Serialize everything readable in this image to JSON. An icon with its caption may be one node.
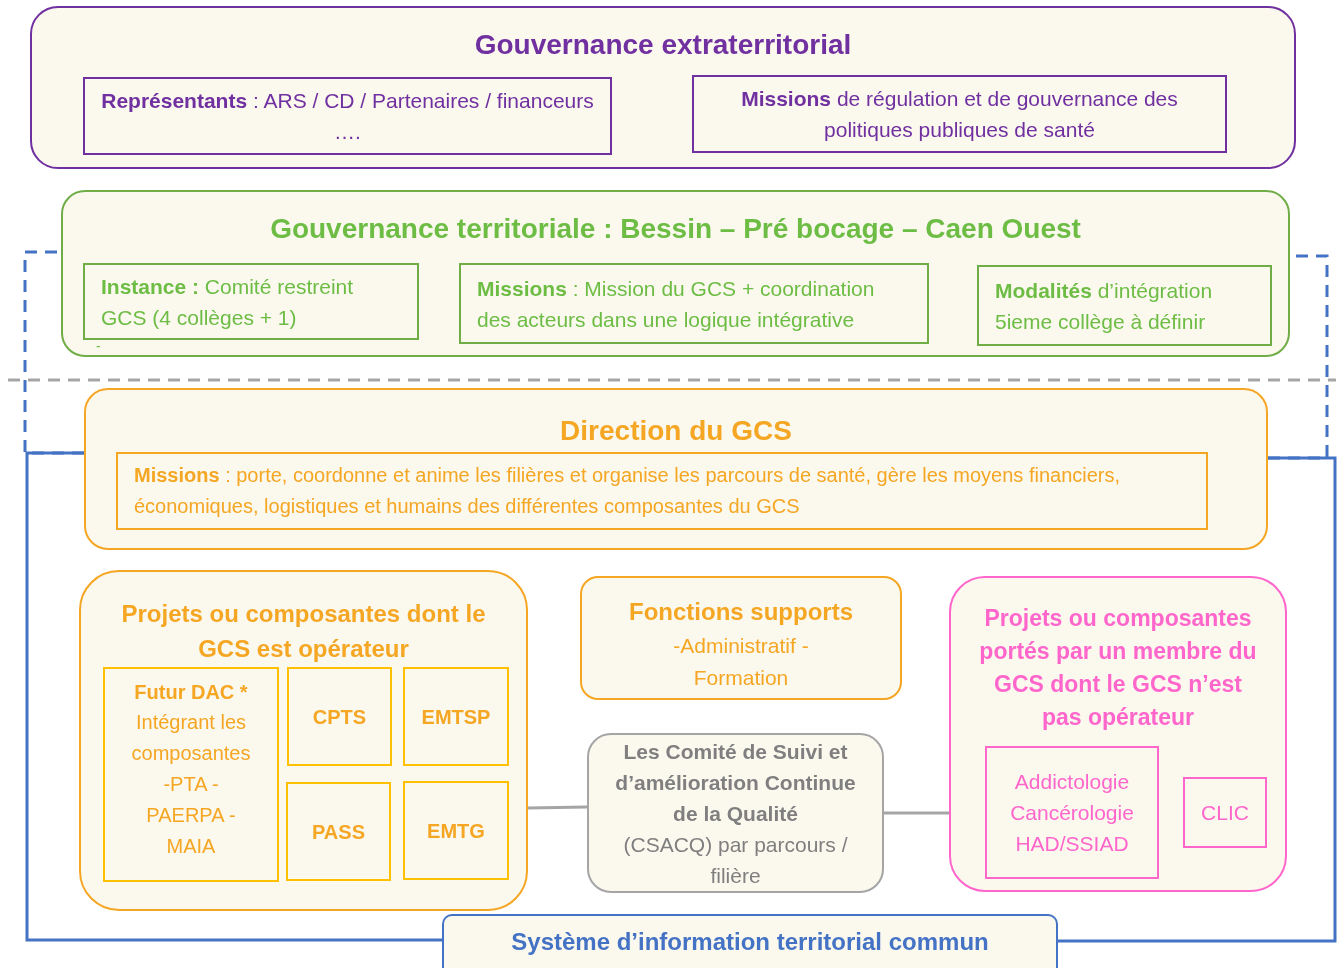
{
  "diagram": {
    "nodes": [
      {
        "text": [
          "Gouvernance extraterritorial"
        ]
      },
      {
        "text": [
          "**Représentants**  : ARS / CD / Partenaires / financeurs …."
        ],
        "in": 0
      },
      {
        "text": [
          "**Missions** de régulation et de gouvernance des politiques publiques de santé"
        ],
        "in": 0
      },
      {
        "text": [
          "Gouvernance territoriale : Bessin – Pré bocage – Caen Ouest"
        ]
      },
      {
        "text": [
          "**Instance :**  Comité restreint GCS (4 collèges + 1)"
        ],
        "in": 3
      },
      {
        "text": [
          "**Missions** : Mission du GCS + coordination des acteurs dans une logique intégrative"
        ],
        "in": 3
      },
      {
        "text": [
          "**Modalités** d’intégration 5ieme collège à définir"
        ],
        "in": 3
      },
      {
        "text": [
          "Direction du GCS"
        ]
      },
      {
        "text": [
          "**Missions** :   porte, coordonne et anime les filières et organise les parcours de santé, gère les moyens financiers, économiques, logistiques et humains des différentes composantes du GCS"
        ],
        "in": 7
      },
      {
        "text": [
          "Projets ou composantes dont le GCS est opérateur"
        ]
      },
      {
        "text": [
          "Futur DAC *",
          "Intégrant les composantes -PTA -PAERPA -MAIA"
        ],
        "in": 9
      },
      {
        "text": [
          "CPTS"
        ],
        "in": 9
      },
      {
        "text": [
          "EMTSP"
        ],
        "in": 9
      },
      {
        "text": [
          "PASS"
        ],
        "in": 9
      },
      {
        "text": [
          "EMTG"
        ],
        "in": 9
      },
      {
        "text": [
          "Fonctions supports",
          "-Administratif -Formation"
        ]
      },
      {
        "text": [
          "Les Comité de Suivi et d’amélioration Continue de la Qualité",
          "(CSACQ) par parcours / filière"
        ]
      },
      {
        "text": [
          "Projets ou composantes portés par un membre du GCS dont le GCS n’est pas opérateur"
        ]
      },
      {
        "text": [
          "Addictologie Cancérologie HAD/SSIAD"
        ],
        "in": 17
      },
      {
        "text": [
          "CLIC"
        ],
        "in": 17
      },
      {
        "text": [
          "Système d’information territorial commun"
        ]
      }
    ],
    "edges": [
      {
        "from": 9,
        "to": 16,
        "arrow": "none",
        "color": "#a5a5a5"
      },
      {
        "from": 16,
        "to": 17,
        "arrow": "none",
        "color": "#a5a5a5"
      },
      {
        "from": 20,
        "to": 7,
        "arrow": "none"
      },
      {
        "from": 20,
        "to": 7,
        "arrow": "none"
      },
      {
        "from": 7,
        "to": 3,
        "arrow": "none",
        "style": "dashed"
      },
      {
        "from": 7,
        "to": 3,
        "arrow": "none",
        "style": "dashed"
      }
    ],
    "labels": [
      "-"
    ]
  }
}
